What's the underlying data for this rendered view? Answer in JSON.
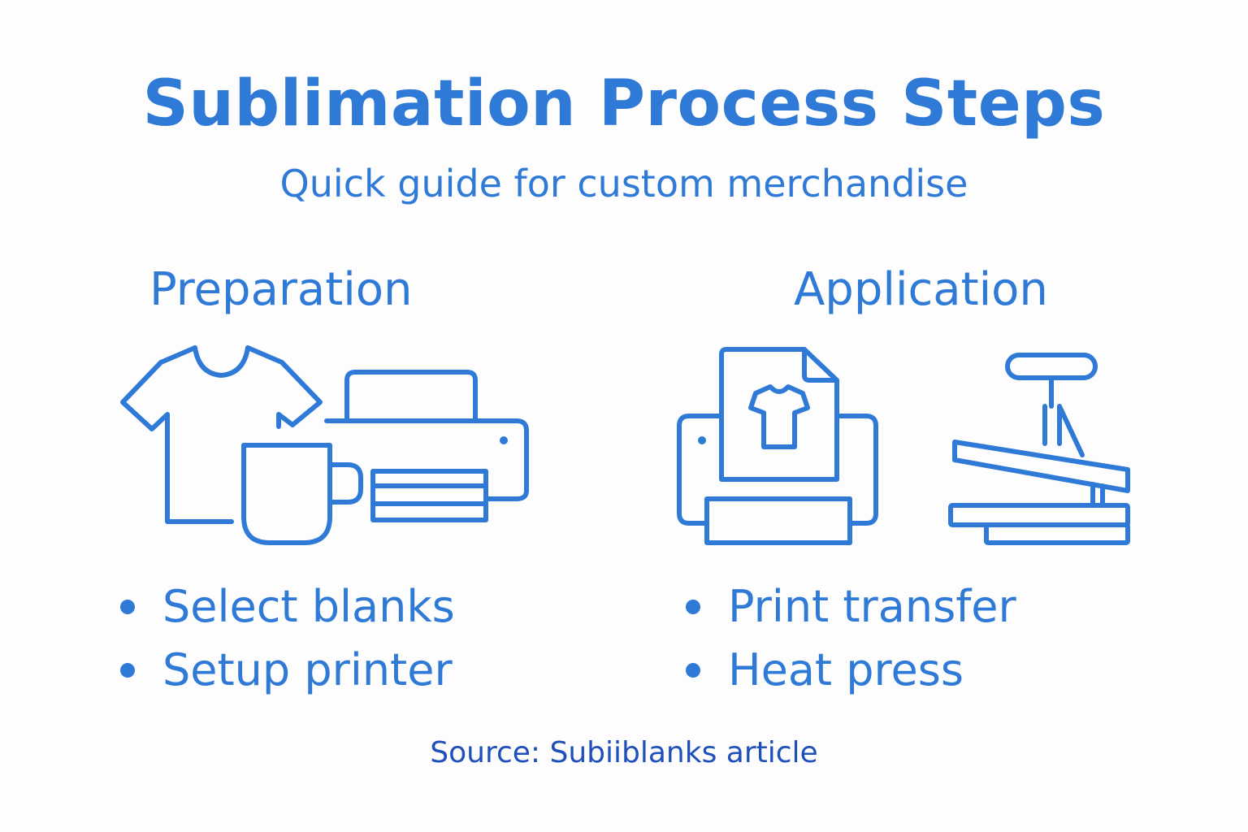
{
  "title": "Sublimation Process Steps",
  "subtitle": "Quick guide for custom merchandise",
  "sections": [
    {
      "title": "Preparation",
      "icons": [
        "t-shirt-icon",
        "mug-icon",
        "printer-icon"
      ],
      "steps": [
        "Select blanks",
        "Setup printer"
      ]
    },
    {
      "title": "Application",
      "icons": [
        "printer-transfer-icon",
        "heat-press-icon"
      ],
      "steps": [
        "Print transfer",
        "Heat press"
      ]
    }
  ],
  "source": "Source: Subiiblanks article",
  "colors": {
    "accent": "#2f7ad6",
    "source_text": "#1f4fb8",
    "background": "#fdfdfe"
  }
}
